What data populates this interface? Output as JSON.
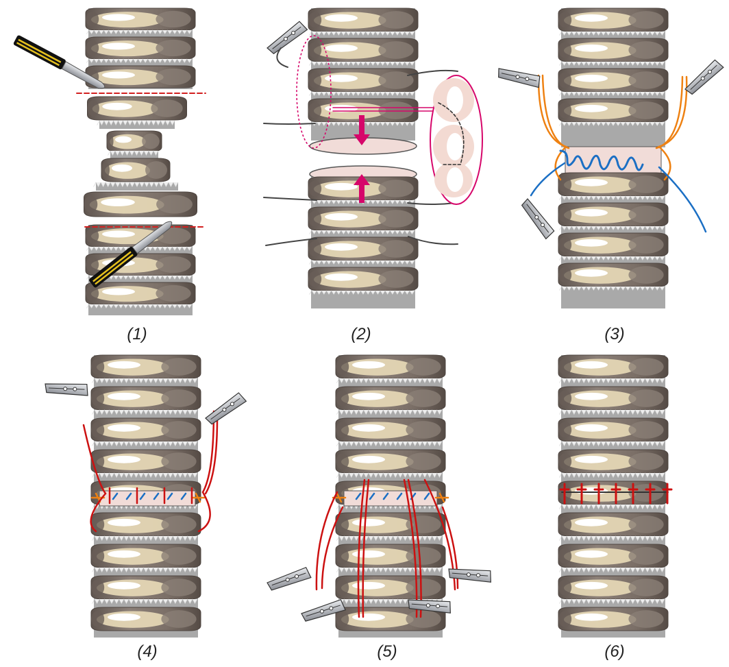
{
  "panels": [
    {
      "id": "panel-1",
      "label": "(1)"
    },
    {
      "id": "panel-2",
      "label": "(2)"
    },
    {
      "id": "panel-3",
      "label": "(3)"
    },
    {
      "id": "panel-4",
      "label": "(4)"
    },
    {
      "id": "panel-5",
      "label": "(5)"
    },
    {
      "id": "panel-6",
      "label": "(6)"
    }
  ],
  "colors": {
    "ring_dark": "#7d7169",
    "ring_light": "#e4d6b4",
    "ring_highlight": "#ffffff",
    "membrane": "#a9a9a9",
    "mucosa": "#f1dcd8",
    "cut_line": "#d21f1f",
    "arrow": "#d6066a",
    "orange_suture": "#ee8112",
    "blue_suture": "#1b6fc4",
    "red_suture": "#cc1111",
    "gray_suture": "#444444",
    "scalpel_handle": "#111111",
    "scalpel_stripe": "#e6c11e",
    "instrument": "#b9bcc2"
  }
}
